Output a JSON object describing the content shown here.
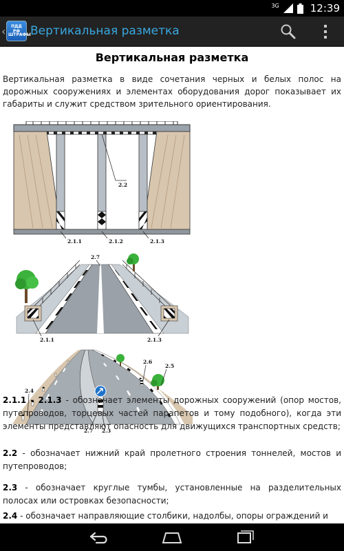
{
  "status": {
    "network": "3G",
    "time": "12:39"
  },
  "app": {
    "icon_line1": "ПДД РФ",
    "icon_line2": "ШТРАФЫ",
    "title": "Вертикальная разметка"
  },
  "content": {
    "heading": "Вертикальная разметка",
    "intro": "Вертикальная разметка в виде сочетания черных и белых полос на дорожных сооружениях и элементах оборудования дорог показывает их габариты и служит средством зрительного ориентирования.",
    "fig1_labels": [
      "2.2",
      "2.1.1",
      "2.1.2",
      "2.1.3"
    ],
    "fig2_labels": [
      "2.7",
      "2.1.1",
      "2.1.3"
    ],
    "fig3_labels": [
      "2.6",
      "2.5",
      "2.4",
      "2.7",
      "2.3"
    ],
    "paragraphs": [
      {
        "code": "2.1.1 - 2.1.3",
        "text": " - обозначает элементы дорожных сооружений (опор мостов, путепроводов, торцевых частей парапетов и тому подобного), когда эти элементы представляют опасность для движущихся транспортных средств;"
      },
      {
        "code": "2.2",
        "text": " - обозначает нижний край пролетного строения тоннелей, мостов и путепроводов;"
      },
      {
        "code": "2.3",
        "text": " - обозначает круглые тумбы, установленные на разделительных полосах или островках безопасности;"
      },
      {
        "code": "2.4",
        "text": " - обозначает направляющие столбики, надолбы, опоры ограждений и"
      }
    ]
  },
  "nav": {
    "back": "back-icon",
    "home": "home-icon",
    "recents": "recents-icon"
  }
}
